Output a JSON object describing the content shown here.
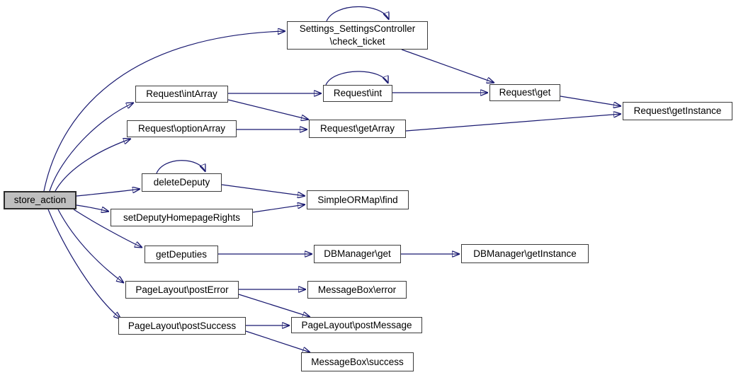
{
  "graph": {
    "kind": "doxygen-call-graph",
    "root": "store_action",
    "colors": {
      "edge": "#191970",
      "node_border": "#3c3c3c",
      "node_fill": "#ffffff",
      "root_fill": "#bfbfbf",
      "text": "#000000",
      "background": "#ffffff"
    },
    "nodes": {
      "store_action": {
        "label": "store_action",
        "highlighted": true
      },
      "check_ticket": {
        "line1": "Settings_SettingsController",
        "line2": "\\check_ticket"
      },
      "request_int_array": {
        "label": "Request\\intArray"
      },
      "request_int": {
        "label": "Request\\int"
      },
      "request_get": {
        "label": "Request\\get"
      },
      "request_get_instance": {
        "label": "Request\\getInstance"
      },
      "request_option_array": {
        "label": "Request\\optionArray"
      },
      "request_get_array": {
        "label": "Request\\getArray"
      },
      "delete_deputy": {
        "label": "deleteDeputy"
      },
      "simple_or_map_find": {
        "label": "SimpleORMap\\find"
      },
      "set_deputy_homepage_rights": {
        "label": "setDeputyHomepageRights"
      },
      "get_deputies": {
        "label": "getDeputies"
      },
      "db_manager_get": {
        "label": "DBManager\\get"
      },
      "db_manager_get_instance": {
        "label": "DBManager\\getInstance"
      },
      "page_layout_post_error": {
        "label": "PageLayout\\postError"
      },
      "message_box_error": {
        "label": "MessageBox\\error"
      },
      "page_layout_post_success": {
        "label": "PageLayout\\postSuccess"
      },
      "page_layout_post_message": {
        "label": "PageLayout\\postMessage"
      },
      "message_box_success": {
        "label": "MessageBox\\success"
      }
    },
    "edges": [
      {
        "from": "store_action",
        "to": "check_ticket"
      },
      {
        "from": "store_action",
        "to": "request_int_array"
      },
      {
        "from": "store_action",
        "to": "request_option_array"
      },
      {
        "from": "store_action",
        "to": "delete_deputy"
      },
      {
        "from": "store_action",
        "to": "set_deputy_homepage_rights"
      },
      {
        "from": "store_action",
        "to": "get_deputies"
      },
      {
        "from": "store_action",
        "to": "page_layout_post_error"
      },
      {
        "from": "store_action",
        "to": "page_layout_post_success"
      },
      {
        "from": "check_ticket",
        "to": "check_ticket"
      },
      {
        "from": "check_ticket",
        "to": "request_get"
      },
      {
        "from": "request_int_array",
        "to": "request_int"
      },
      {
        "from": "request_int_array",
        "to": "request_get_array"
      },
      {
        "from": "request_int",
        "to": "request_int"
      },
      {
        "from": "request_int",
        "to": "request_get"
      },
      {
        "from": "request_get",
        "to": "request_get_instance"
      },
      {
        "from": "request_option_array",
        "to": "request_get_array"
      },
      {
        "from": "request_get_array",
        "to": "request_get_instance"
      },
      {
        "from": "delete_deputy",
        "to": "delete_deputy"
      },
      {
        "from": "delete_deputy",
        "to": "simple_or_map_find"
      },
      {
        "from": "set_deputy_homepage_rights",
        "to": "simple_or_map_find"
      },
      {
        "from": "get_deputies",
        "to": "db_manager_get"
      },
      {
        "from": "db_manager_get",
        "to": "db_manager_get_instance"
      },
      {
        "from": "page_layout_post_error",
        "to": "message_box_error"
      },
      {
        "from": "page_layout_post_error",
        "to": "page_layout_post_message"
      },
      {
        "from": "page_layout_post_success",
        "to": "page_layout_post_message"
      },
      {
        "from": "page_layout_post_success",
        "to": "message_box_success"
      }
    ]
  }
}
